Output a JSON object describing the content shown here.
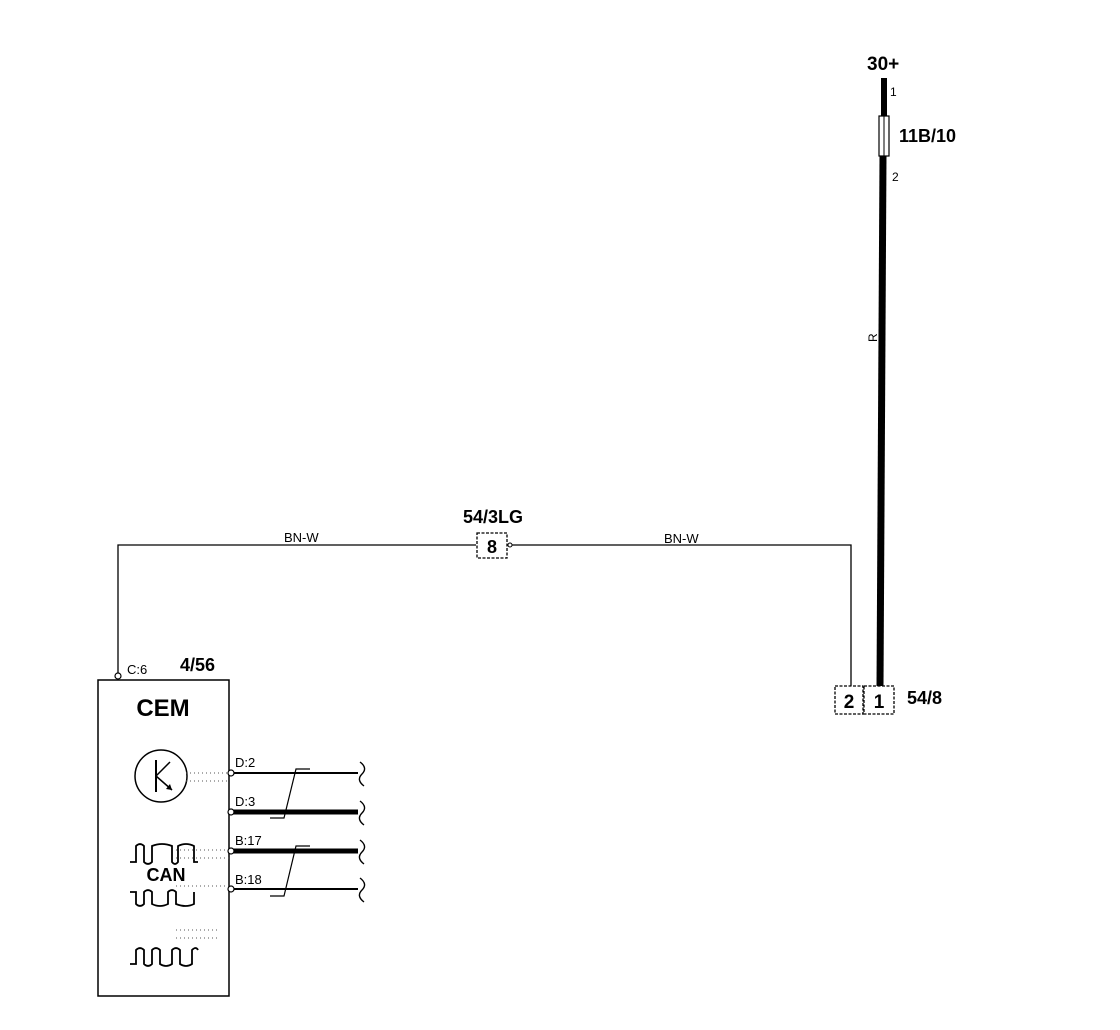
{
  "power": {
    "label": "30+",
    "pin_top": "1",
    "pin_bottom": "2"
  },
  "fuse": {
    "label": "11B/10"
  },
  "wire_red": {
    "color_code": "R"
  },
  "wire_bnw": {
    "color_code_left": "BN-W",
    "color_code_right": "BN-W"
  },
  "connector_mid": {
    "label": "54/3LG",
    "pin": "8"
  },
  "component_548": {
    "label": "54/8",
    "pin_1": "1",
    "pin_2": "2"
  },
  "cem": {
    "label": "4/56",
    "name": "CEM",
    "top_pin": "C:6",
    "can_label": "CAN",
    "pins": [
      "D:2",
      "D:3",
      "B:17",
      "B:18"
    ]
  }
}
